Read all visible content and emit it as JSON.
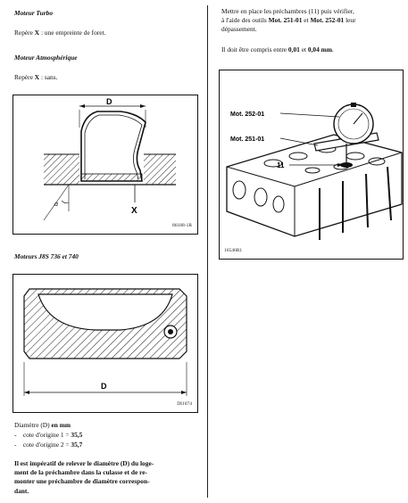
{
  "left": {
    "turbo_heading": "Moteur Turbo",
    "turbo_text_prefix": "Repère ",
    "turbo_text_x": "X",
    "turbo_text_suffix": " : une empreinte de foret.",
    "atmo_heading": "Moteur Atmosphérique",
    "atmo_text_prefix": "Repère ",
    "atmo_text_x": "X",
    "atmo_text_suffix": " : sans.",
    "fig1": {
      "label_d": "D",
      "label_x": "X",
      "label_alpha": "α",
      "ref": "86188-1R"
    },
    "j8s_heading": "Moteurs J8S 736 et 740",
    "fig2": {
      "label_d": "D",
      "ref": "DI1074"
    },
    "diameter_prefix": "Diamètre (D) ",
    "diameter_unit": "en mm",
    "bullets": [
      {
        "dash": "-",
        "text": "cote d'origine 1 = ",
        "value": "35,5"
      },
      {
        "dash": "-",
        "text": "cote d'origine 2 = ",
        "value": "35,7"
      }
    ],
    "warning_lines": [
      "Il est impératif de relever le diamètre (D) du loge-",
      "ment de la préchambre dans la culasse et de re-",
      "monter une préchambre de diamètre correspon-",
      "dant."
    ]
  },
  "right": {
    "intro_line1": "Mettre en place les préchambres (11) puis vérifier,",
    "intro_line2_prefix": "à l'aide des outils ",
    "tool1": "Mot. 251-01",
    "intro_and": " et ",
    "tool2": "Mot. 252-01",
    "intro_line2_suffix": " leur",
    "intro_line3": "dépassement.",
    "range_prefix": "Il doit être compris entre ",
    "range_min": "0,01",
    "range_and": " et ",
    "range_max": "0,04 mm",
    "range_suffix": ".",
    "fig3": {
      "label_tool2": "Mot. 252-01",
      "label_tool1": "Mot. 251-01",
      "label_11": "11",
      "ref": "16546R1"
    }
  }
}
